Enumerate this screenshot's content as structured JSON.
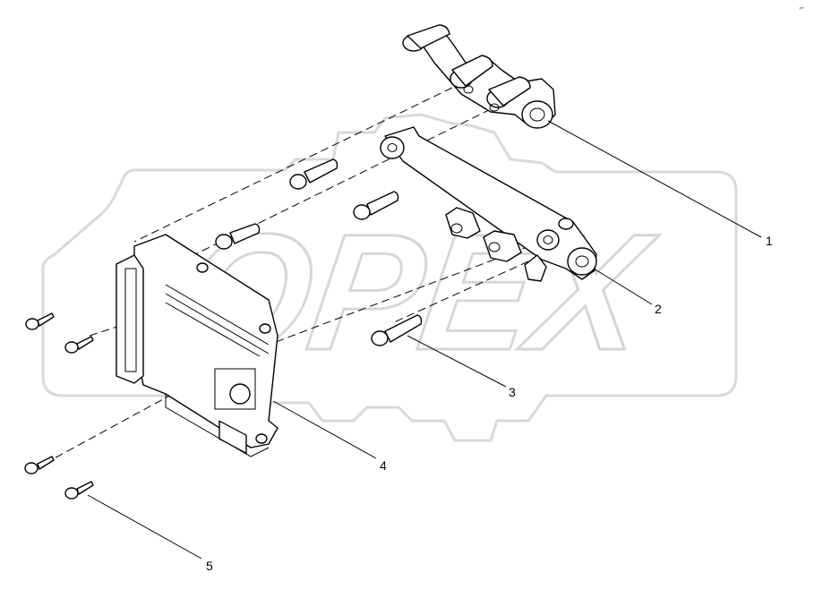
{
  "diagram": {
    "watermark": "OPEX",
    "corner_mark": "⌐",
    "callouts": [
      {
        "id": "1",
        "label": "1"
      },
      {
        "id": "2",
        "label": "2"
      },
      {
        "id": "3",
        "label": "3"
      },
      {
        "id": "4",
        "label": "4"
      },
      {
        "id": "5",
        "label": "5"
      }
    ]
  }
}
